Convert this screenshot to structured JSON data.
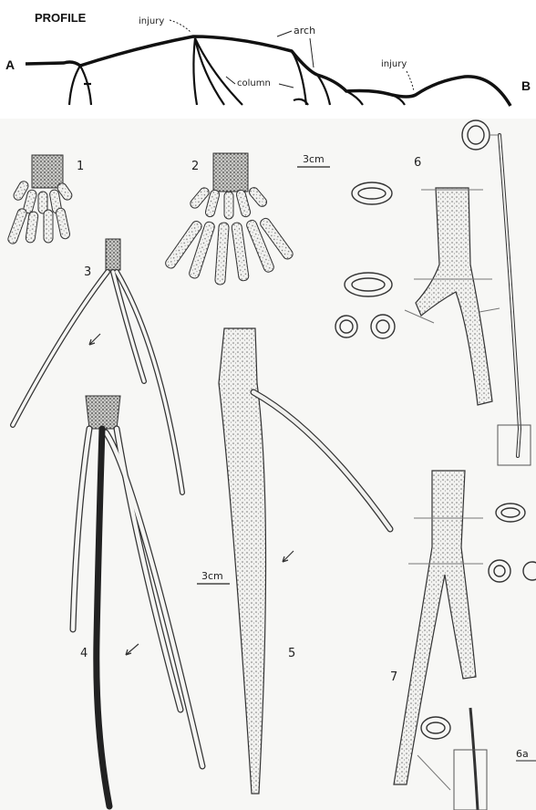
{
  "profile": {
    "title": "PROFILE",
    "end_left": "A",
    "end_right": "B",
    "labels": {
      "injury_left": "injury",
      "injury_right": "injury",
      "arch": "arch",
      "column": "column"
    }
  },
  "plate": {
    "figure_numbers": [
      "1",
      "2",
      "3",
      "4",
      "5",
      "6",
      "7"
    ],
    "scale_bar_top": "3cm",
    "scale_bar_bottom": "3cm",
    "partial_label": "6a"
  },
  "colors": {
    "ink": "#111111",
    "stipple": "#8a8a8a",
    "paper": "#ffffff",
    "panel_bg": "#f4f4f2"
  }
}
